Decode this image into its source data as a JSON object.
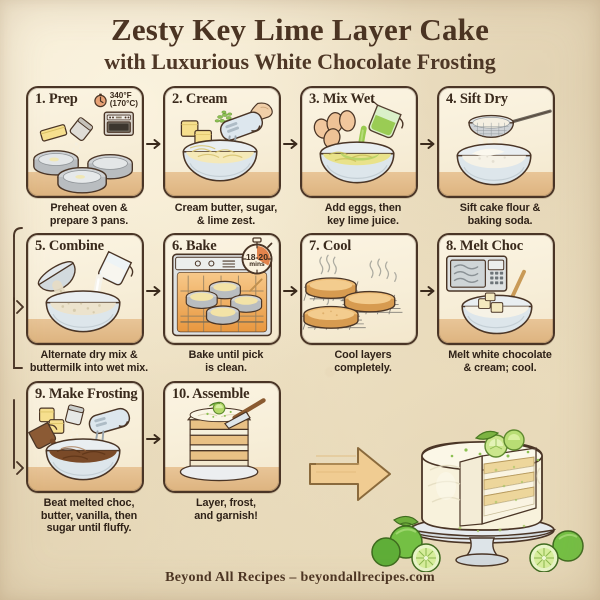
{
  "header": {
    "title": "Zesty Key Lime Layer Cake",
    "subtitle": "with Luxurious White Chocolate Frosting"
  },
  "steps": [
    {
      "title": "1. Prep",
      "caption": "Preheat oven &\nprepare 3 pans.",
      "badge_type": "temperature",
      "badge_line1": "340°F",
      "badge_line2": "(170°C)",
      "art": "three-round-cake-pans-being-greased-and-floured-with-oven"
    },
    {
      "title": "2. Cream",
      "caption": "Cream butter, sugar,\n& lime zest.",
      "badge_type": "none",
      "art": "hand-mixer-creaming-butter-sugar-lime-zest-in-bowl"
    },
    {
      "title": "3. Mix Wet",
      "caption": "Add eggs, then\nkey lime juice.",
      "badge_type": "none",
      "art": "eggs-and-green-lime-juice-poured-into-batter-bowl"
    },
    {
      "title": "4. Sift Dry",
      "caption": "Sift cake flour &\nbaking soda.",
      "badge_type": "none",
      "art": "flour-sifted-through-sieve-into-bowl"
    },
    {
      "title": "5. Combine",
      "caption": "Alternate dry mix &\nbuttermilk into wet mix.",
      "badge_type": "none",
      "art": "dry-mix-and-buttermilk-poured-into-mixing-bowl"
    },
    {
      "title": "6. Bake",
      "caption": "Bake until pick\nis clean.",
      "badge_type": "timer",
      "badge_line1": "18-20",
      "badge_line2": "mins",
      "art": "cake-pans-baking-inside-oven"
    },
    {
      "title": "7. Cool",
      "caption": "Cool layers\ncompletely.",
      "badge_type": "none",
      "art": "three-cake-layers-cooling-on-wire-racks-with-steam"
    },
    {
      "title": "8. Melt Choc",
      "caption": "Melt white chocolate\n& cream; cool.",
      "badge_type": "none",
      "art": "microwave-and-bowl-of-white-chocolate-with-spoon"
    },
    {
      "title": "9. Make Frosting",
      "caption": "Beat melted choc,\nbutter, vanilla, then\nsugar until fluffy.",
      "badge_type": "none",
      "art": "hand-mixer-beating-frosting-with-butter-and-sugar"
    },
    {
      "title": "10. Assemble",
      "caption": "Layer, frost,\nand garnish!",
      "badge_type": "none",
      "art": "three-layer-cake-being-frosted-with-spatula-and-lime-garnish"
    }
  ],
  "finale": {
    "art": "sliced-key-lime-layer-cake-on-cake-stand-with-fresh-limes",
    "arrow": "big-arrow-right"
  },
  "footer": {
    "text": "Beyond All Recipes – beyondallrecipes.com"
  },
  "colors": {
    "parchment": "#f2e6ca",
    "ink": "#4a3526",
    "counter": "#dbae77",
    "lime": "#7cb342",
    "frosting": "#f7f0dc",
    "cake_crumb": "#e8cf94",
    "chocolate": "#6b4426",
    "accent_arrow": "#e8c48a",
    "badge_orange": "#e07a3f"
  }
}
